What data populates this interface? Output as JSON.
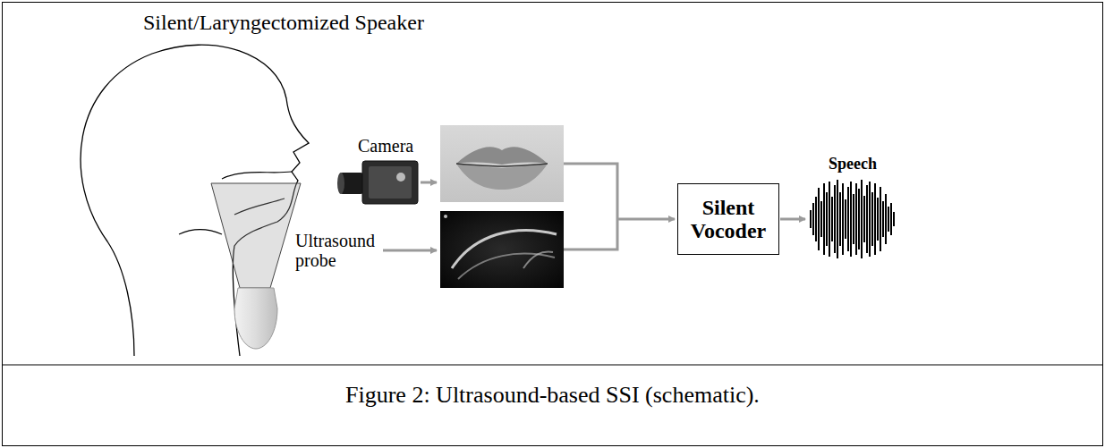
{
  "diagram": {
    "caption": "Figure 2: Ultrasound-based SSI (schematic).",
    "nodes": [
      {
        "text": [
          "Silent Vocoder"
        ]
      }
    ],
    "labels": [
      "Silent/Laryngectomized Speaker",
      "Camera",
      "Ultrasound probe",
      "Speech"
    ]
  }
}
